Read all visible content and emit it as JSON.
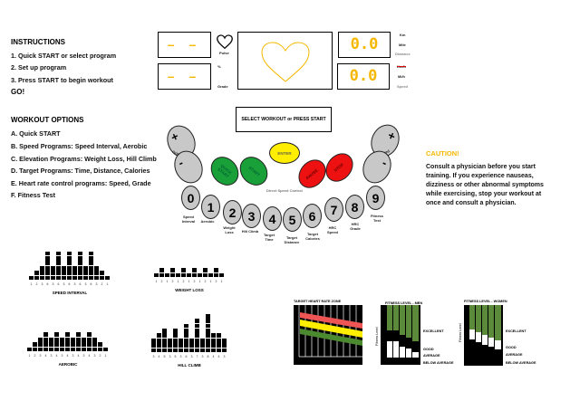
{
  "instructions": {
    "title": "INSTRUCTIONS",
    "steps": [
      "1. Quick START or select program",
      "2. Set up program",
      "3. Press START to begin workout"
    ],
    "go": "GO!"
  },
  "workout_options": {
    "title": "WORKOUT OPTIONS",
    "items": [
      "A. Quick START",
      "B. Speed Programs: Speed Interval, Aerobic",
      "C. Elevation Programs: Weight Loss, Hill Climb",
      "D. Target Programs: Time, Distance, Calories",
      "E. Heart rate control programs: Speed, Grade",
      "F. Fitness Test"
    ]
  },
  "display": {
    "pulse_value": "– –",
    "grade_value": "– –",
    "pulse_label": "Pulse",
    "percent_label": "%",
    "grade_label": "Grade",
    "distance_value": "0.0",
    "speed_value": "0.0",
    "km": "Km",
    "mile": "Mile",
    "distance": "Distance",
    "kmh": "Km/h",
    "mih": "Mi/h",
    "speed": "Speed",
    "message": "SELECT WORKOUT or PRESS START"
  },
  "controls": {
    "plus": "+",
    "minus": "-",
    "left_label": "Grade",
    "right_label": "Speed",
    "quick_start": "QUICK START",
    "start": "START",
    "enter": "ENTER",
    "pause": "PAUSE",
    "stop": "STOP",
    "direct_speed": "Direct Speed Control",
    "numbers": [
      {
        "n": "0",
        "label": "Speed Interval"
      },
      {
        "n": "1",
        "label": "Aerobic"
      },
      {
        "n": "2",
        "label": "Weight Loss"
      },
      {
        "n": "3",
        "label": "Hill Climb"
      },
      {
        "n": "4",
        "label": "Target Time"
      },
      {
        "n": "5",
        "label": "Target Distance"
      },
      {
        "n": "6",
        "label": "Target Calories"
      },
      {
        "n": "7",
        "label": "HRC Speed"
      },
      {
        "n": "8",
        "label": "HRC Grade"
      },
      {
        "n": "9",
        "label": "Fitness Test"
      }
    ]
  },
  "caution": {
    "title": "CAUTION!",
    "text": "Consult a physician before you start training. If you experience nauseas, dizziness or other abnormal symptoms while exercising, stop your workout at once and consult a physician."
  },
  "profiles": [
    {
      "title": "SPEED INTERVAL",
      "levels": [
        1,
        2,
        3,
        6,
        3,
        6,
        3,
        6,
        3,
        6,
        3,
        6,
        3,
        2,
        1
      ]
    },
    {
      "title": "WEIGHT LOSS",
      "levels": [
        1,
        2,
        1,
        2,
        1,
        2,
        1,
        2,
        1,
        2,
        1,
        2,
        1
      ]
    },
    {
      "title": "AEROBIC",
      "levels": [
        1,
        2,
        3,
        4,
        3,
        4,
        3,
        4,
        3,
        4,
        3,
        4,
        3,
        2,
        1
      ]
    },
    {
      "title": "HILL CLIMB",
      "levels": [
        3,
        4,
        5,
        3,
        5,
        3,
        6,
        3,
        7,
        3,
        8,
        4,
        4,
        3
      ]
    }
  ],
  "heart_zone": {
    "title": "TARGET HEART RATE ZONE"
  },
  "fitness_men": {
    "title": "FITNESS LEVEL - MEN",
    "axis": "Fitness Level",
    "levels": [
      "EXCELLENT",
      "GOOD",
      "AVERAGE",
      "BELOW AVERAGE"
    ]
  },
  "fitness_women": {
    "title": "FITNESS LEVEL - WOMEN",
    "axis": "Fitness Level",
    "levels": [
      "EXCELLENT",
      "GOOD",
      "AVERAGE",
      "BELOW AVERAGE"
    ]
  },
  "colors": {
    "accent": "#f5b800",
    "green": "#1aa038",
    "red": "#ee1111",
    "yellow": "#ffee00",
    "chart_green": "#5a8a3a"
  }
}
